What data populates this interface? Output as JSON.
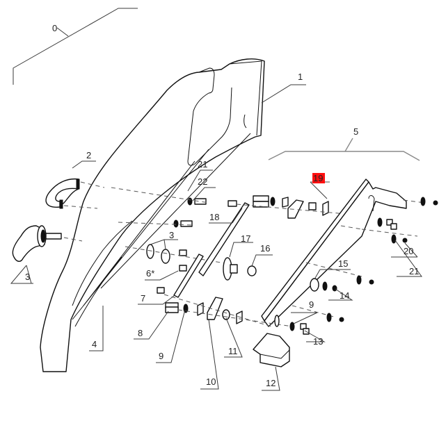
{
  "diagram": {
    "type": "exploded-parts-diagram",
    "highlight_color": "#ff1010",
    "highlighted_callout": "19",
    "callouts": [
      {
        "id": "c0",
        "label": "0"
      },
      {
        "id": "c1",
        "label": "1"
      },
      {
        "id": "c2",
        "label": "2"
      },
      {
        "id": "c3a",
        "label": "3"
      },
      {
        "id": "c3b",
        "label": "3"
      },
      {
        "id": "c4",
        "label": "4"
      },
      {
        "id": "c5",
        "label": "5"
      },
      {
        "id": "c6",
        "label": "6*"
      },
      {
        "id": "c7",
        "label": "7"
      },
      {
        "id": "c8",
        "label": "8"
      },
      {
        "id": "c9a",
        "label": "9"
      },
      {
        "id": "c9b",
        "label": "9"
      },
      {
        "id": "c10",
        "label": "10"
      },
      {
        "id": "c11",
        "label": "11"
      },
      {
        "id": "c12",
        "label": "12"
      },
      {
        "id": "c13",
        "label": "13"
      },
      {
        "id": "c14",
        "label": "14"
      },
      {
        "id": "c15",
        "label": "15"
      },
      {
        "id": "c16",
        "label": "16"
      },
      {
        "id": "c17",
        "label": "17"
      },
      {
        "id": "c18",
        "label": "18"
      },
      {
        "id": "c19",
        "label": "19"
      },
      {
        "id": "c20",
        "label": "20"
      },
      {
        "id": "c21a",
        "label": "21"
      },
      {
        "id": "c21b",
        "label": "21"
      },
      {
        "id": "c22",
        "label": "22"
      }
    ]
  }
}
